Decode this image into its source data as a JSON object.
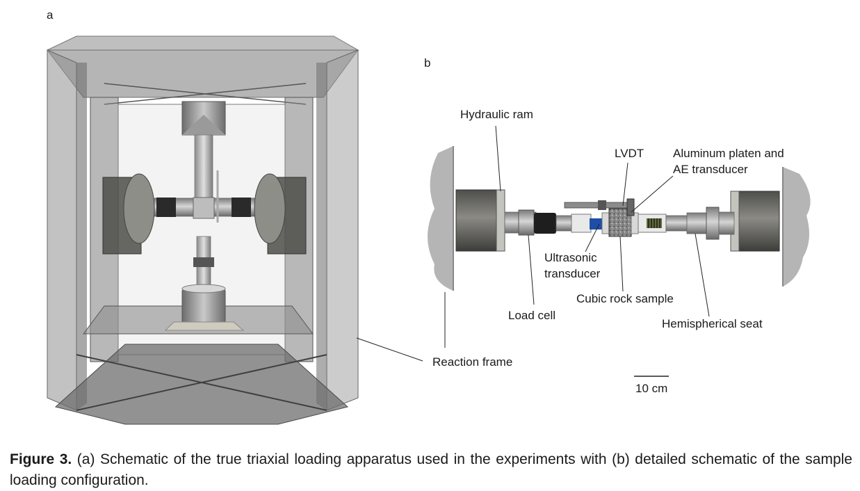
{
  "figure": {
    "panel_a_letter": "a",
    "panel_b_letter": "b",
    "panel_a_labels": {
      "reaction_frame": "Reaction frame"
    },
    "panel_b_labels": {
      "hydraulic_ram": "Hydraulic ram",
      "lvdt": "LVDT",
      "aluminum_platen_line1": "Aluminum platen and",
      "aluminum_platen_line2": "AE transducer",
      "ultrasonic_line1": "Ultrasonic",
      "ultrasonic_line2": "transducer",
      "cubic_rock_sample": "Cubic rock sample",
      "load_cell": "Load cell",
      "hemispherical_seat": "Hemispherical seat",
      "scale_bar": "10 cm"
    },
    "caption_label": "Figure 3.",
    "caption_text": " (a) Schematic of the true triaxial loading apparatus used in the experiments with (b) detailed schematic of the sample loading configuration."
  }
}
